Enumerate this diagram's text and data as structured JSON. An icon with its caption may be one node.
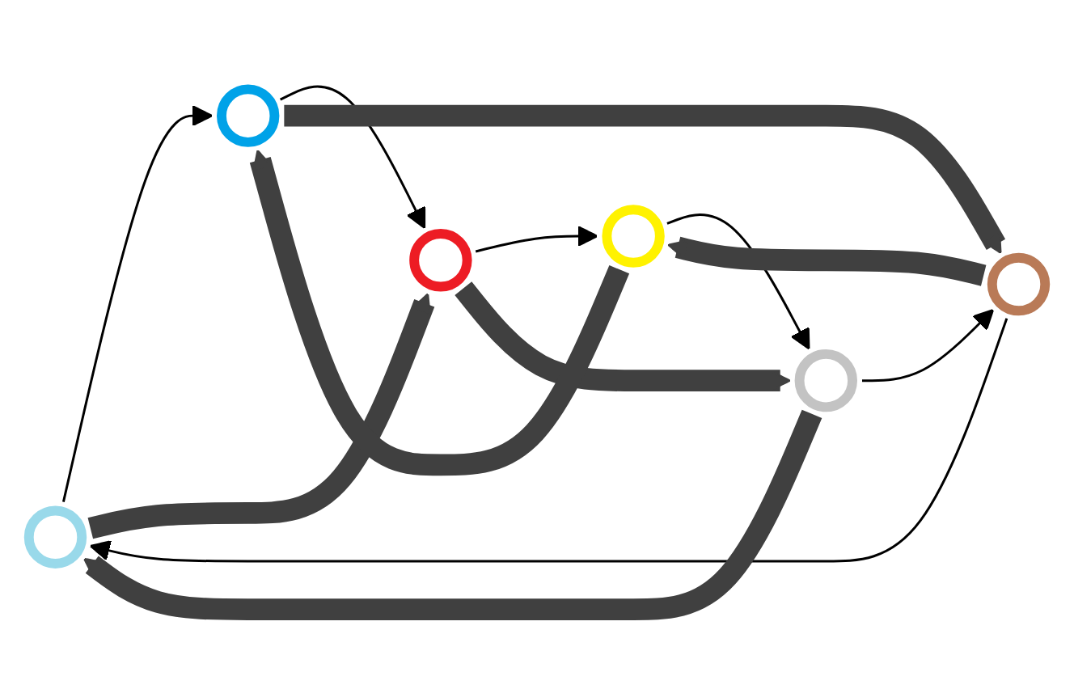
{
  "diagram": {
    "nodes": [
      {
        "text": [],
        "shape": "circle"
      },
      {
        "text": [],
        "shape": "circle"
      },
      {
        "text": [],
        "shape": "circle"
      },
      {
        "text": [],
        "shape": "circle"
      },
      {
        "text": [],
        "shape": "circle"
      },
      {
        "text": [],
        "shape": "circle"
      }
    ],
    "edges": [
      {
        "from": 2,
        "to": 1,
        "arrow": "to"
      },
      {
        "from": 1,
        "to": 0,
        "arrow": "to"
      },
      {
        "from": 0,
        "to": 3,
        "arrow": "to"
      },
      {
        "from": 3,
        "to": 5,
        "arrow": "to"
      },
      {
        "from": 5,
        "to": 4,
        "arrow": "to"
      },
      {
        "from": 4,
        "to": 2,
        "arrow": "to"
      },
      {
        "from": 2,
        "to": 0,
        "arrow": "to",
        "style": "thick",
        "color": "#404040"
      },
      {
        "from": 0,
        "to": 5,
        "arrow": "to",
        "style": "thick",
        "color": "#404040"
      },
      {
        "from": 5,
        "to": 2,
        "arrow": "to",
        "style": "thick",
        "color": "#404040"
      },
      {
        "from": 3,
        "to": 1,
        "arrow": "to",
        "style": "thick",
        "color": "#404040"
      },
      {
        "from": 1,
        "to": 4,
        "arrow": "to",
        "style": "thick",
        "color": "#404040"
      },
      {
        "from": 4,
        "to": 3,
        "arrow": "to",
        "style": "thick",
        "color": "#404040"
      }
    ]
  }
}
